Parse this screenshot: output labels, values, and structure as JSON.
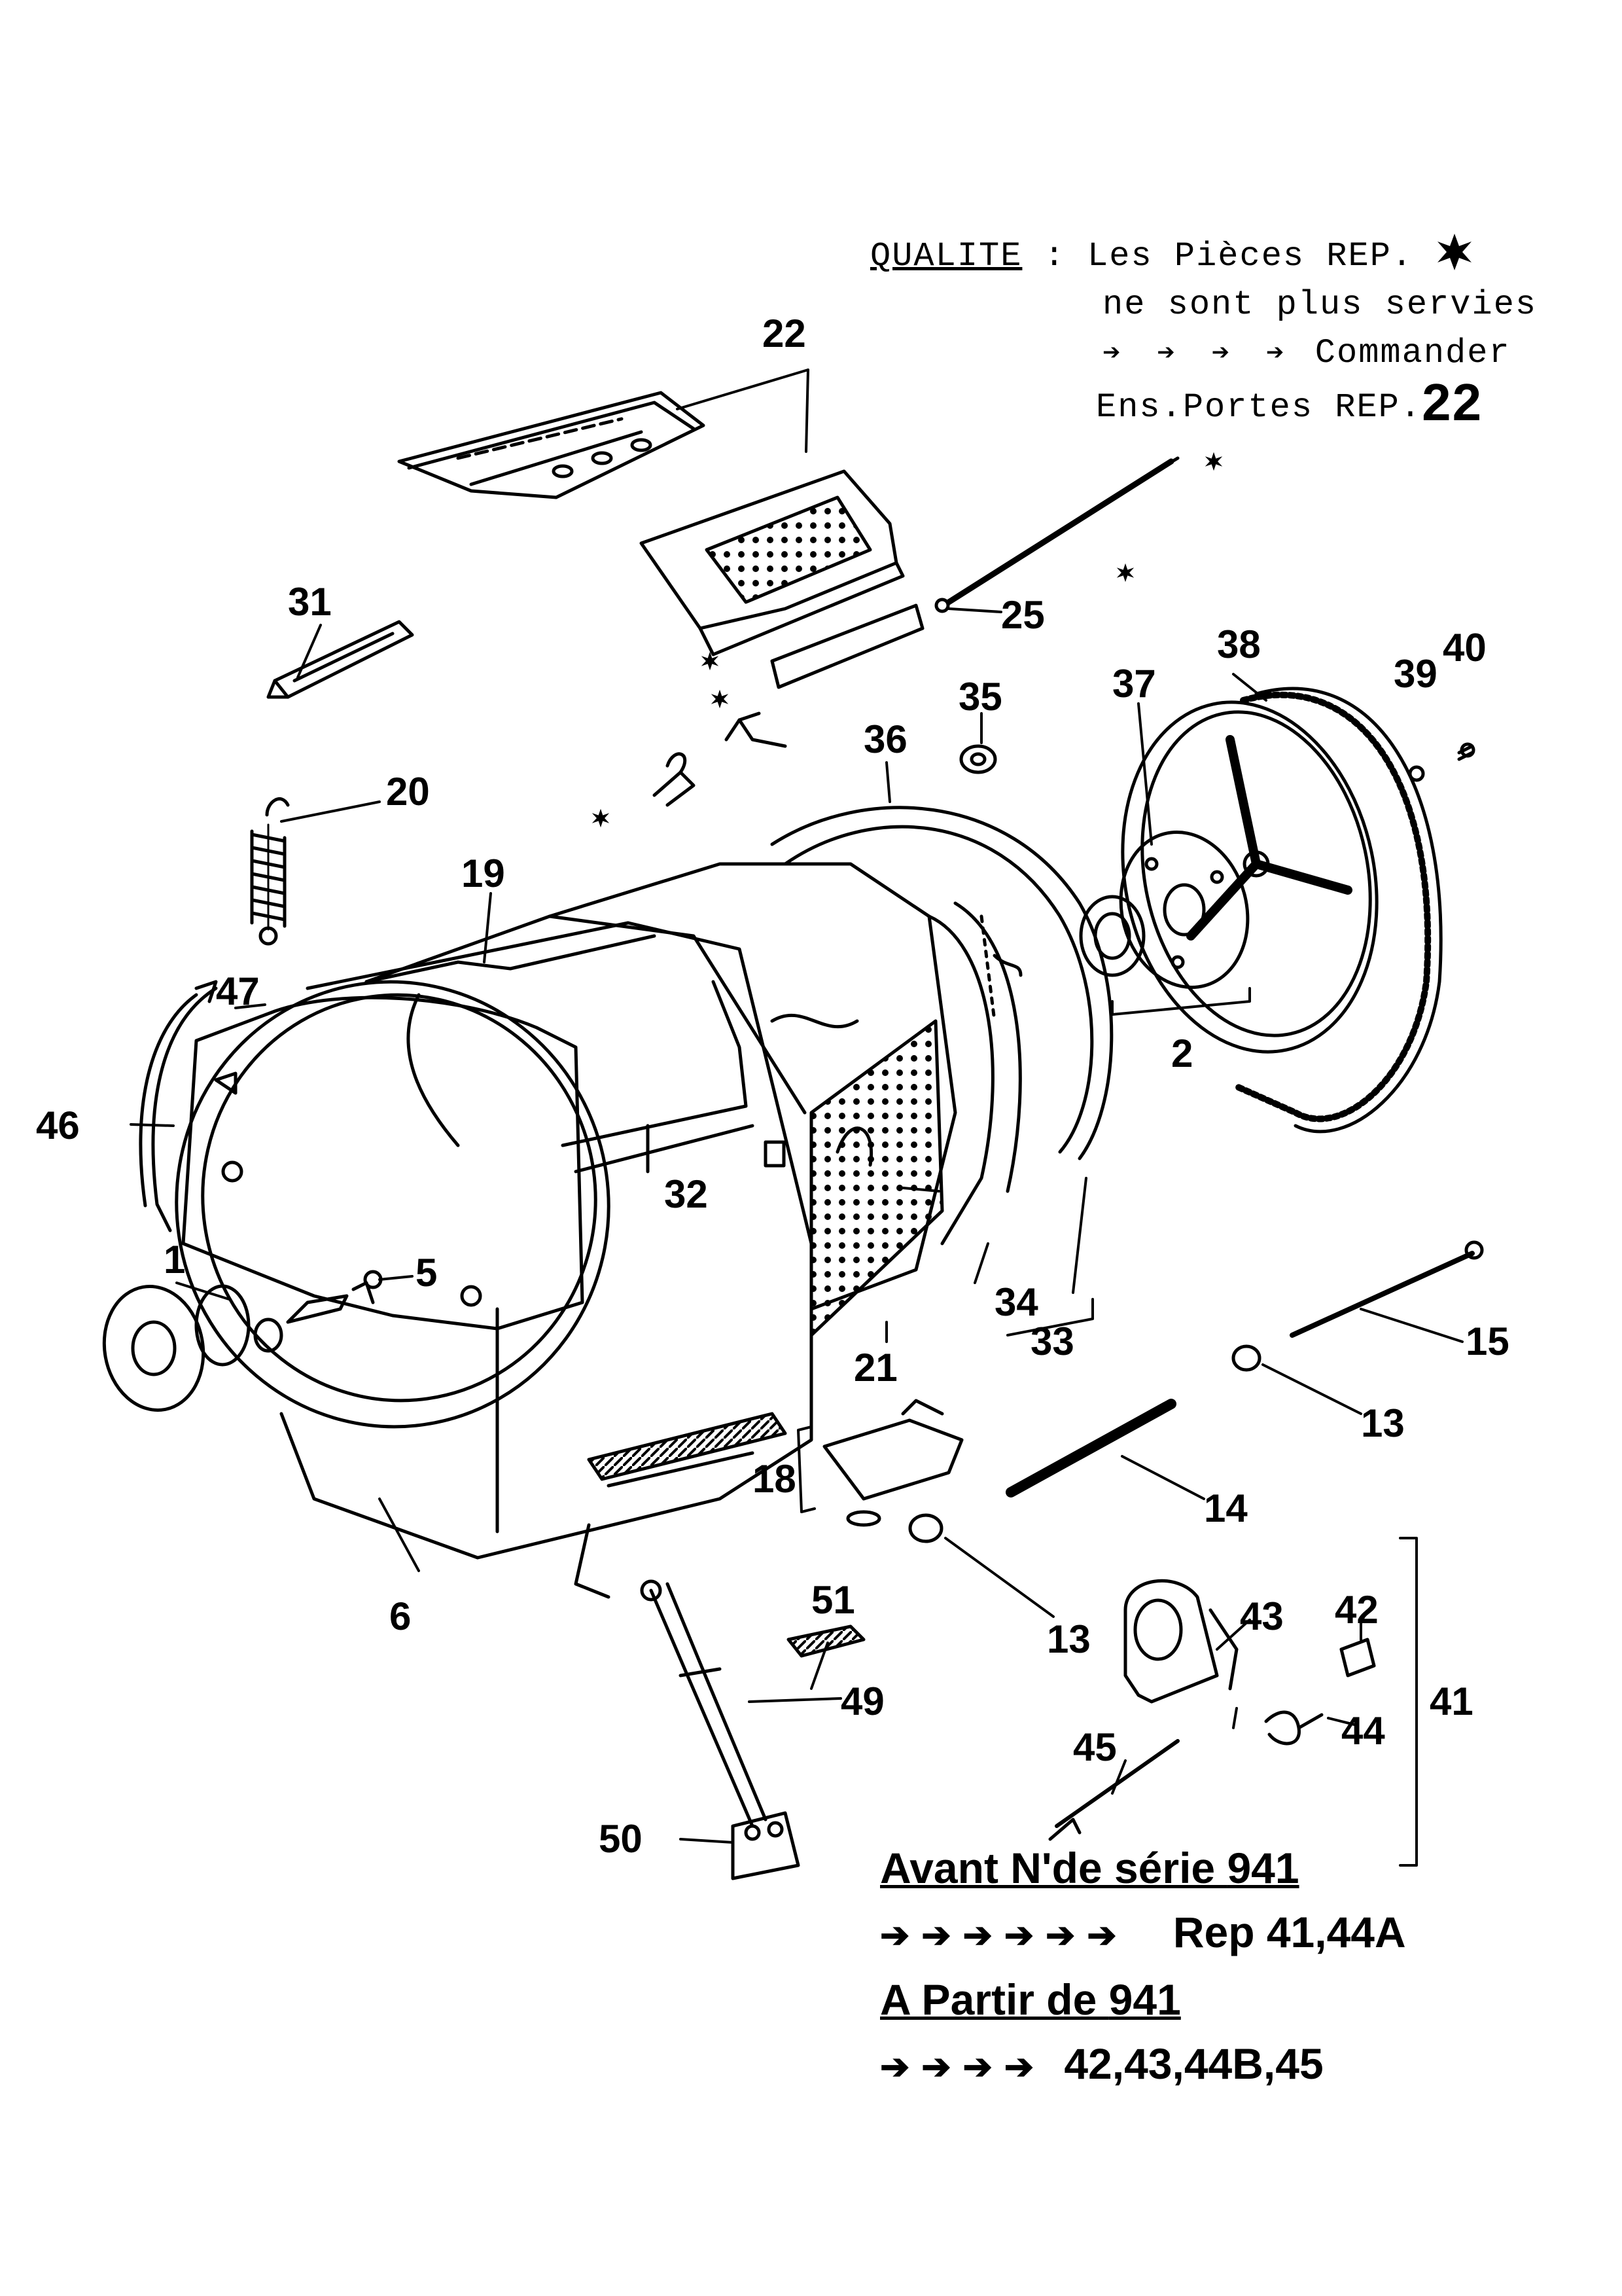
{
  "note": {
    "quality_label": "QUALITE",
    "line1_rest": " : Les Pièces REP.",
    "line2": "ne sont plus servies",
    "line3_arrows": "➔ ➔ ➔ ➔",
    "line3_text": " Commander",
    "line4_prefix": "Ens.Portes REP.",
    "line4_ref": "22",
    "star_icon": "star-burst-icon"
  },
  "serial": {
    "before_prefix": "Avant N'de série ",
    "before_number": "941",
    "before_arrows": "➔➔➔➔➔➔",
    "before_refs": "Rep 41,44A",
    "from_prefix": "A Partir de ",
    "from_number": "941",
    "from_arrows": "➔➔➔➔",
    "from_refs": "42,43,44B,45"
  },
  "labels": {
    "p1": "1",
    "p2": "2",
    "p5": "5",
    "p6": "6",
    "p13a": "13",
    "p13b": "13",
    "p14": "14",
    "p15": "15",
    "p18": "18",
    "p19": "19",
    "p20": "20",
    "p21": "21",
    "p22": "22",
    "p25": "25",
    "p31": "31",
    "p32": "32",
    "p33": "33",
    "p34": "34",
    "p35": "35",
    "p36": "36",
    "p37": "37",
    "p38": "38",
    "p39": "39",
    "p40": "40",
    "p41": "41",
    "p42": "42",
    "p43": "43",
    "p44": "44",
    "p45": "45",
    "p46": "46",
    "p47": "47",
    "p49": "49",
    "p50": "50",
    "p51": "51"
  }
}
